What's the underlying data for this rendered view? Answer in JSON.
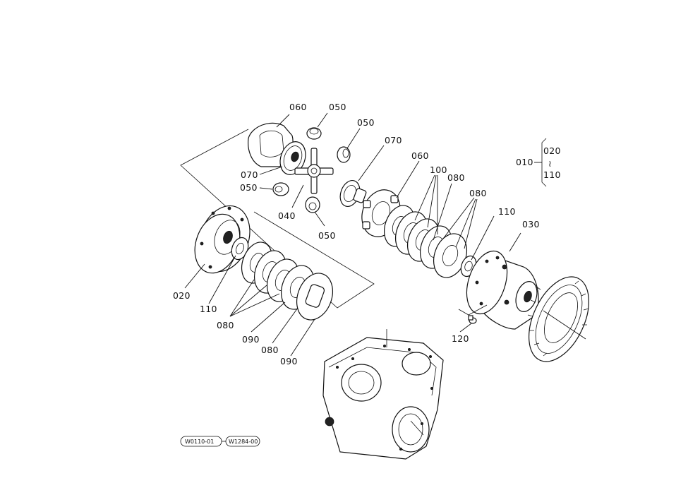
{
  "diagram": {
    "labels": {
      "p060a": "060",
      "p050a": "050",
      "p050b": "050",
      "p070a": "070",
      "p060b": "060",
      "p100": "100",
      "p080a": "080",
      "p080b": "080",
      "p070b": "070",
      "p050c": "050",
      "p040": "040",
      "p050d": "050",
      "p110a": "110",
      "p030": "030",
      "p020": "020",
      "p110b": "110",
      "p080c": "080",
      "p090a": "090",
      "p080d": "080",
      "p090b": "090",
      "p120": "120",
      "legend_parent": "010",
      "legend_from": "020",
      "legend_sep": "≀",
      "legend_to": "110"
    },
    "refs": {
      "ref1": "W0110-01",
      "ref2": "W1284-00"
    }
  }
}
